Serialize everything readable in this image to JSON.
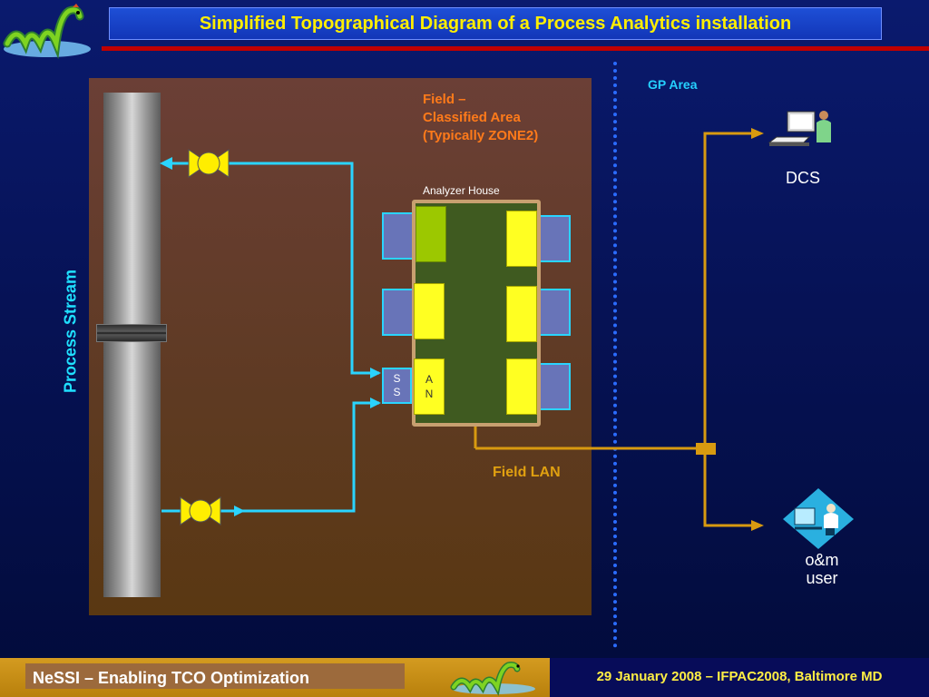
{
  "title": "Simplified Topographical Diagram of a Process Analytics installation",
  "process_stream_label": "Process Stream",
  "field_label": [
    "Field –",
    "Classified Area",
    "(Typically ZONE2)"
  ],
  "analyzer_house_label": "Analyzer House",
  "ss_label": [
    "S",
    "S"
  ],
  "an_label": [
    "A",
    "N"
  ],
  "gp_area_label": "GP Area",
  "field_lan_label": "Field LAN",
  "dcs_label": "DCS",
  "om_user_label": [
    "o&m",
    "user"
  ],
  "footer_left": "NeSSI – Enabling TCO Optimization",
  "footer_right": "29 January 2008 –  IFPAC2008,  Baltimore MD",
  "colors": {
    "title_text": "#ffee00",
    "process_line": "#2ad4ff",
    "lan_line": "#d89a10",
    "field_text": "#ff7a1a",
    "gp_text": "#25d0ff"
  },
  "icons": [
    "nessie-logo-icon",
    "valve-icon",
    "dcs-workstation-icon",
    "om-user-icon"
  ]
}
